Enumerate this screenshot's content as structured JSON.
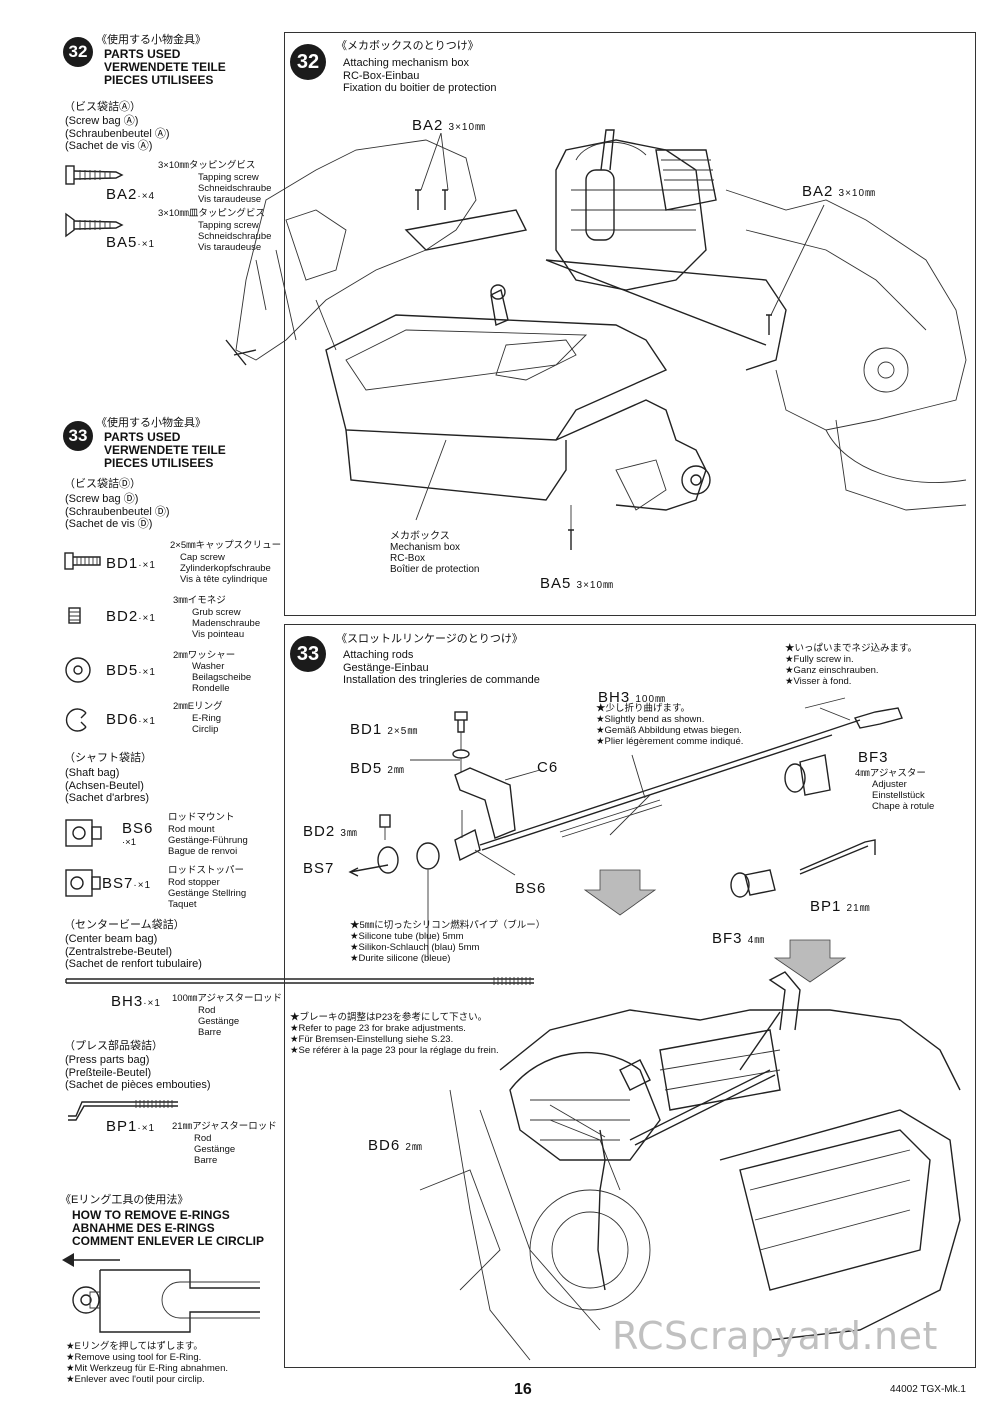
{
  "sidebar": {
    "s32": {
      "num": "32",
      "jp": "《使用する小物金具》",
      "lines": [
        "PARTS USED",
        "VERWENDETE TEILE",
        "PIECES UTILISEES"
      ]
    },
    "bagA": {
      "jp": "（ビス袋詰Ⓐ）",
      "lines": [
        "(Screw bag Ⓐ)",
        "(Schraubenbeutel Ⓐ)",
        "(Sachet de vis Ⓐ)"
      ]
    },
    "ba2": {
      "code": "BA2",
      "qty": "·×4",
      "jp": "3×10㎜タッピングビス",
      "lines": [
        "Tapping screw",
        "Schneidschraube",
        "Vis taraudeuse"
      ]
    },
    "ba5": {
      "code": "BA5",
      "qty": "·×1",
      "jp": "3×10㎜皿タッピングビス",
      "lines": [
        "Tapping screw",
        "Schneidschraube",
        "Vis taraudeuse"
      ]
    },
    "s33": {
      "num": "33",
      "jp": "《使用する小物金具》",
      "lines": [
        "PARTS USED",
        "VERWENDETE TEILE",
        "PIECES UTILISEES"
      ]
    },
    "bagD": {
      "jp": "（ビス袋詰Ⓓ）",
      "lines": [
        "(Screw bag Ⓓ)",
        "(Schraubenbeutel Ⓓ)",
        "(Sachet de vis Ⓓ)"
      ]
    },
    "bd1": {
      "code": "BD1",
      "qty": "·×1",
      "jp": "2×5㎜キャップスクリュー",
      "lines": [
        "Cap screw",
        "Zylinderkopfschraube",
        "Vis à tête cylindrique"
      ]
    },
    "bd2": {
      "code": "BD2",
      "qty": "·×1",
      "jp": "3㎜イモネジ",
      "lines": [
        "Grub screw",
        "Madenschraube",
        "Vis pointeau"
      ]
    },
    "bd5": {
      "code": "BD5",
      "qty": "·×1",
      "jp": "2㎜ワッシャー",
      "lines": [
        "Washer",
        "Beilagscheibe",
        "Rondelle"
      ]
    },
    "bd6": {
      "code": "BD6",
      "qty": "·×1",
      "jp": "2㎜Eリング",
      "lines": [
        "E-Ring",
        "Circlip"
      ]
    },
    "shaft": {
      "jp": "（シャフト袋詰）",
      "lines": [
        "(Shaft bag)",
        "(Achsen-Beutel)",
        "(Sachet d'arbres)"
      ]
    },
    "bs6": {
      "code": "BS6",
      "qty": "·×1",
      "jp": "ロッドマウント",
      "lines": [
        "Rod mount",
        "Gestänge-Führung",
        "Bague de renvoi"
      ]
    },
    "bs7": {
      "code": "BS7",
      "qty": "·×1",
      "jp": "ロッドストッパー",
      "lines": [
        "Rod stopper",
        "Gestänge Stellring",
        "Taquet"
      ]
    },
    "beam": {
      "jp": "（センタービーム袋詰）",
      "lines": [
        "(Center beam bag)",
        "(Zentralstrebe-Beutel)",
        "(Sachet de renfort tubulaire)"
      ]
    },
    "bh3": {
      "code": "BH3",
      "qty": "·×1",
      "jp": "100㎜アジャスターロッド",
      "lines": [
        "Rod",
        "Gestänge",
        "Barre"
      ]
    },
    "press": {
      "jp": "（プレス部品袋詰）",
      "lines": [
        "(Press parts bag)",
        "(Preßteile-Beutel)",
        "(Sachet de pièces embouties)"
      ]
    },
    "bp1": {
      "code": "BP1",
      "qty": "·×1",
      "jp": "21㎜アジャスターロッド",
      "lines": [
        "Rod",
        "Gestänge",
        "Barre"
      ]
    },
    "ering": {
      "jp": "《Eリング工具の使用法》",
      "lines": [
        "HOW TO REMOVE E-RINGS",
        "ABNAHME DES E-RINGS",
        "COMMENT ENLEVER LE CIRCLIP"
      ],
      "notes": [
        "★Eリングを押してはずします。",
        "★Remove using tool for E-Ring.",
        "★Mit Werkzeug für E-Ring abnahmen.",
        "★Enlever avec l'outil pour circlip."
      ]
    }
  },
  "step32": {
    "num": "32",
    "jp": "《メカボックスのとりつけ》",
    "lines": [
      "Attaching mechanism box",
      "RC-Box-Einbau",
      "Fixation du boitier de protection"
    ],
    "labels": {
      "ba2a": "BA2",
      "ba2a_size": "3×10㎜",
      "ba2b": "BA2",
      "ba2b_size": "3×10㎜",
      "ba5": "BA5",
      "ba5_size": "3×10㎜",
      "mech": [
        "メカボックス",
        "Mechanism box",
        "RC-Box",
        "Boîtier de protection"
      ]
    }
  },
  "step33": {
    "num": "33",
    "jp": "《スロットルリンケージのとりつけ》",
    "lines": [
      "Attaching rods",
      "Gestänge-Einbau",
      "Installation des tringleries de commande"
    ],
    "labels": {
      "bd1": "BD1",
      "bd1_size": "2×5㎜",
      "bd5": "BD5",
      "bd5_size": "2㎜",
      "bd2": "BD2",
      "bd2_size": "3㎜",
      "bs7": "BS7",
      "bs6": "BS6",
      "c6": "C6",
      "bh3": "BH3",
      "bh3_size": "100㎜",
      "bh3_notes": [
        "★少し折り曲げます。",
        "★Slightly bend as shown.",
        "★Gemäß Abbildung etwas biegen.",
        "★Plier légèrement comme indiqué."
      ],
      "screw_notes": [
        "★いっぱいまでネジ込みます。",
        "★Fully screw in.",
        "★Ganz einschrauben.",
        "★Visser à fond."
      ],
      "bf3a": "BF3",
      "bf3_jp": "4㎜アジャスター",
      "bf3_lines": [
        "Adjuster",
        "Einstellstück",
        "Chape à rotule"
      ],
      "bp1": "BP1",
      "bp1_size": "21㎜",
      "bf3b": "BF3",
      "bf3b_size": "4㎜",
      "tube_notes": [
        "★5㎜に切ったシリコン燃料パイプ（ブルー）",
        "★Silicone tube (blue) 5mm",
        "★Silikon-Schlauch (blau) 5mm",
        "★Durite silicone (bleue)"
      ],
      "brake_notes": [
        "★ブレーキの調整はP23を参考にして下さい。",
        "★Refer to page 23 for brake adjustments.",
        "★Für Bremsen-Einstellung siehe S.23.",
        "★Se référer à la page 23 pour la réglage du frein."
      ],
      "bd6": "BD6",
      "bd6_size": "2㎜"
    }
  },
  "footer": {
    "page": "16",
    "code": "44002 TGX-Mk.1",
    "watermark": "RCScrapyard.net"
  }
}
